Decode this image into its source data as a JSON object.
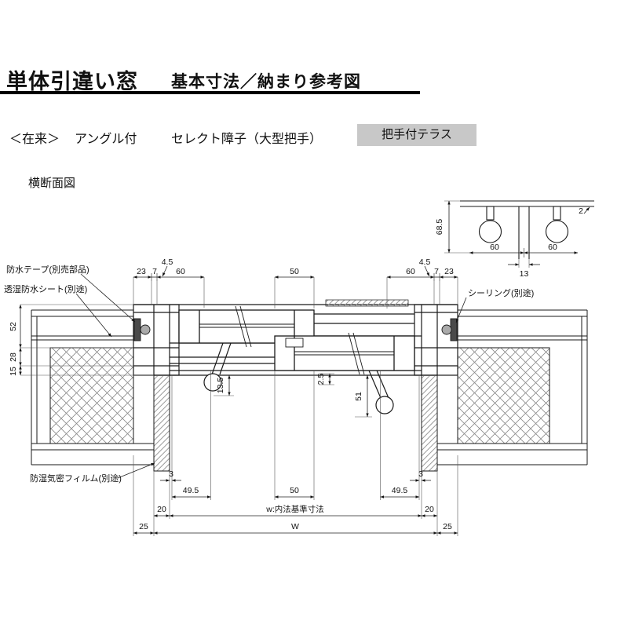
{
  "header": {
    "title_main": "単体引違い窓",
    "title_sub": "基本寸法／納まり参考図"
  },
  "subtitle": {
    "prefix": "＜在来＞",
    "item1": "アングル付",
    "item2": "セレクト障子（大型把手）",
    "badge": "把手付テラス"
  },
  "section_label": "横断面図",
  "callouts": {
    "waterproof_tape": "防水テープ(別売部品)",
    "breathable_sheet": "透湿防水シート(別途)",
    "sealing": "シーリング(別途)",
    "moisture_film": "防湿気密フィルム(別途)"
  },
  "detail_dims": {
    "height": "68.5",
    "w_left": "60",
    "w_right": "60",
    "stile": "13",
    "gap": "2"
  },
  "top_dims": {
    "l_45": "4.5",
    "l_23": "23",
    "l_7": "7",
    "l_60": "60",
    "c_50": "50",
    "r_60": "60",
    "r_7": "7",
    "r_23": "23",
    "r_45": "4.5"
  },
  "left_dims": {
    "d52": "52",
    "d28": "28",
    "d15": "15"
  },
  "inner_dims": {
    "d135": "13.5",
    "d25": "2.5",
    "d51": "51"
  },
  "bottom_dims": {
    "l_3": "3",
    "l_495": "49.5",
    "c_50": "50",
    "r_495": "49.5",
    "r_3": "3",
    "l_20": "20",
    "w_label": "w:内法基準寸法",
    "r_20": "20",
    "l_25": "25",
    "big_w": "W",
    "r_25": "25"
  }
}
